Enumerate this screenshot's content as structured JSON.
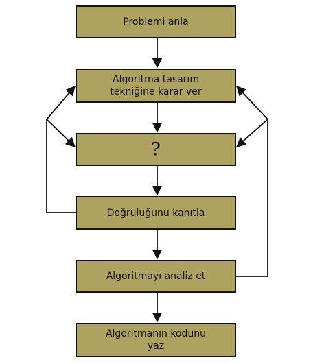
{
  "diagram": {
    "colors": {
      "box_fill": "#ada260",
      "stroke": "#111111",
      "background": "#ffffff"
    },
    "steps": [
      {
        "id": "understand",
        "label": "Problemi anla"
      },
      {
        "id": "design",
        "label": "Algoritma tasarım\ntekniğine karar ver"
      },
      {
        "id": "unknown",
        "label": "?"
      },
      {
        "id": "prove",
        "label": "Doğruluğunu kanıtla"
      },
      {
        "id": "analyze",
        "label": "Algoritmayı analiz et"
      },
      {
        "id": "code",
        "label": "Algoritmanın kodunu\nyaz"
      }
    ]
  }
}
